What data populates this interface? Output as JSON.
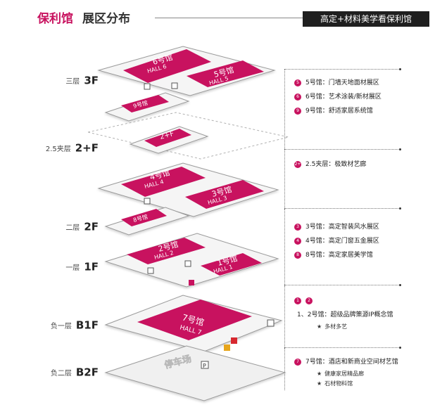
{
  "header": {
    "title_venue": "保利馆",
    "title_section": "展区分布",
    "banner": "高定+材料美学看保利馆"
  },
  "colors": {
    "accent": "#c8125f",
    "floor_fill": "#f5f5f5",
    "floor_stroke": "#9a9a9a"
  },
  "floors": [
    {
      "zh": "三层",
      "code": "3F"
    },
    {
      "zh": "2.5夹层",
      "code": "2+F"
    },
    {
      "zh": "二层",
      "code": "2F"
    },
    {
      "zh": "一层",
      "code": "1F"
    },
    {
      "zh": "负一层",
      "code": "B1F"
    },
    {
      "zh": "负二层",
      "code": "B2F"
    }
  ],
  "halls": {
    "h6": {
      "name": "6号馆",
      "en": "HALL 6"
    },
    "h5": {
      "name": "5号馆",
      "en": "HALL 5"
    },
    "h9": {
      "name": "9号馆"
    },
    "h2plus": {
      "name": "2+F"
    },
    "h4": {
      "name": "4号馆",
      "en": "HALL 4"
    },
    "h3": {
      "name": "3号馆",
      "en": "HALL 3"
    },
    "h8": {
      "name": "8号馆"
    },
    "h2": {
      "name": "2号馆",
      "en": "HALL 2"
    },
    "h1": {
      "name": "1号馆",
      "en": "HALL 1"
    },
    "h7": {
      "name": "7号馆",
      "en": "HALL 7"
    },
    "parking": {
      "name": "停车场"
    }
  },
  "legend": {
    "f3": [
      {
        "num": "5",
        "text": "5号馆：门墙天地面材展区"
      },
      {
        "num": "6",
        "text": "6号馆：艺术涂装/新材展区"
      },
      {
        "num": "9",
        "text": "9号馆：舒适家居系统馆"
      }
    ],
    "f25": [
      {
        "num": "2+",
        "text": "2.5夹层：极致材艺廊"
      }
    ],
    "f2": [
      {
        "num": "3",
        "text": "3号馆：高定智装风水展区"
      },
      {
        "num": "4",
        "text": "4号馆：高定门窗五金展区"
      },
      {
        "num": "8",
        "text": "8号馆：高定家居美学馆"
      }
    ],
    "f1": {
      "nums": [
        "1",
        "2"
      ],
      "text": "1、2号馆：超级品牌策源IP概念馆",
      "sub": [
        "多材多艺"
      ]
    },
    "b1": {
      "num": "7",
      "text": "7号馆：酒店和新商业空间材艺馆",
      "sub": [
        "健康家居精品廊",
        "石材物料馆"
      ]
    }
  },
  "symbols": {
    "star": "★",
    "parking": "P"
  }
}
